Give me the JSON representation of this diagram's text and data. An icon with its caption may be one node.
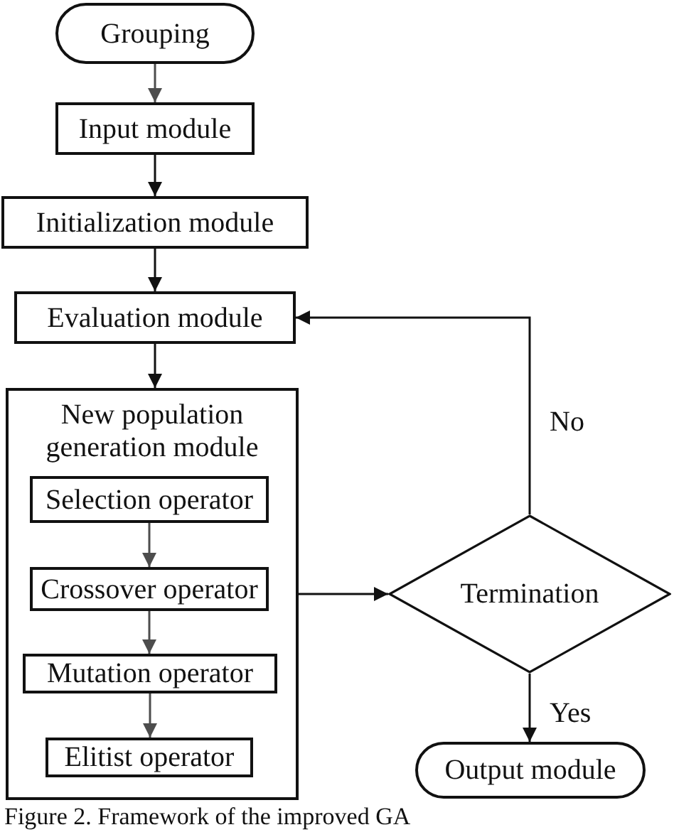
{
  "diagram": {
    "caption": "Figure 2. Framework of the improved GA",
    "nodes": [
      {
        "text": [
          "Grouping"
        ]
      },
      {
        "text": [
          "Input module"
        ]
      },
      {
        "text": [
          "Initialization module"
        ]
      },
      {
        "text": [
          "Evaluation module"
        ]
      },
      {
        "text": [
          "New population generation module"
        ]
      },
      {
        "text": [
          "Selection operator"
        ],
        "in": 4
      },
      {
        "text": [
          "Crossover operator"
        ],
        "in": 4
      },
      {
        "text": [
          "Mutation operator"
        ],
        "in": 4
      },
      {
        "text": [
          "Elitist operator"
        ],
        "in": 4
      },
      {
        "text": [
          "Termination"
        ]
      },
      {
        "text": [
          "Output module"
        ]
      }
    ],
    "edges": [
      {
        "from": 0,
        "to": 1,
        "arrow": "to",
        "color": "#4d4d4d"
      },
      {
        "from": 1,
        "to": 2,
        "arrow": "to"
      },
      {
        "from": 2,
        "to": 3,
        "arrow": "to"
      },
      {
        "from": 3,
        "to": 4,
        "arrow": "to"
      },
      {
        "from": 5,
        "to": 6,
        "arrow": "to",
        "color": "#4d4d4d"
      },
      {
        "from": 6,
        "to": 7,
        "arrow": "to",
        "color": "#4d4d4d"
      },
      {
        "from": 7,
        "to": 8,
        "arrow": "to",
        "color": "#4d4d4d"
      },
      {
        "from": 4,
        "to": 9,
        "arrow": "to"
      },
      {
        "from": 9,
        "to": 3,
        "arrow": "to",
        "label": "No"
      },
      {
        "from": 9,
        "to": 10,
        "arrow": "to",
        "label": "Yes"
      }
    ]
  }
}
